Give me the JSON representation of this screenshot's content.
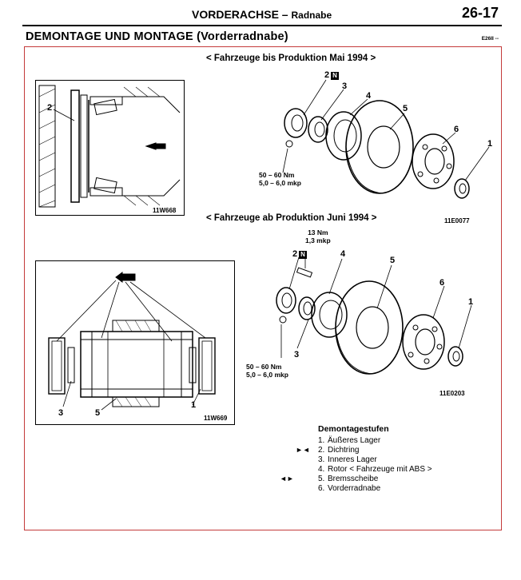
{
  "header": {
    "section": "VORDERACHSE",
    "separator": "–",
    "subsection": "Radnabe",
    "page": "26-17"
  },
  "title": "DEMONTAGE UND MONTAGE (Vorderradnabe)",
  "doc_code": "E26II --",
  "top": {
    "variant": "< Fahrzeuge bis Produktion Mai 1994 >",
    "figure_left": "11W668",
    "figure_right": "11E0077",
    "detail_label": "2",
    "labels": {
      "n2": "2",
      "n3": "3",
      "n4": "4",
      "n5": "5",
      "n6": "6",
      "n1": "1"
    },
    "n_marker": "N",
    "torque_line1": "50 – 60 Nm",
    "torque_line2": "5,0 – 6,0 mkp"
  },
  "bottom": {
    "variant": "< Fahrzeuge ab Produktion Juni 1994 >",
    "figure_left": "11W669",
    "figure_right": "11E0203",
    "detail_labels": {
      "a": "3",
      "b": "5",
      "c": "1"
    },
    "labels": {
      "n2": "2",
      "n4": "4",
      "n5": "5",
      "n6": "6",
      "n1": "1",
      "n3": "3"
    },
    "n_marker": "N",
    "torque_top_line1": "13 Nm",
    "torque_top_line2": "1,3 mkp",
    "torque_line1": "50 – 60 Nm",
    "torque_line2": "5,0 – 6,0 mkp"
  },
  "steps": {
    "title": "Demontagestufen",
    "items": [
      {
        "num": "1.",
        "text": "Äußeres Lager"
      },
      {
        "num": "2.",
        "text": "Dichtring"
      },
      {
        "num": "3.",
        "text": "Inneres Lager"
      },
      {
        "num": "4.",
        "text": "Rotor < Fahrzeuge mit ABS >"
      },
      {
        "num": "5.",
        "text": "Bremsscheibe"
      },
      {
        "num": "6.",
        "text": "Vorderradnabe"
      }
    ],
    "markers": {
      "step2": "►◄",
      "step5": "◄►"
    }
  }
}
